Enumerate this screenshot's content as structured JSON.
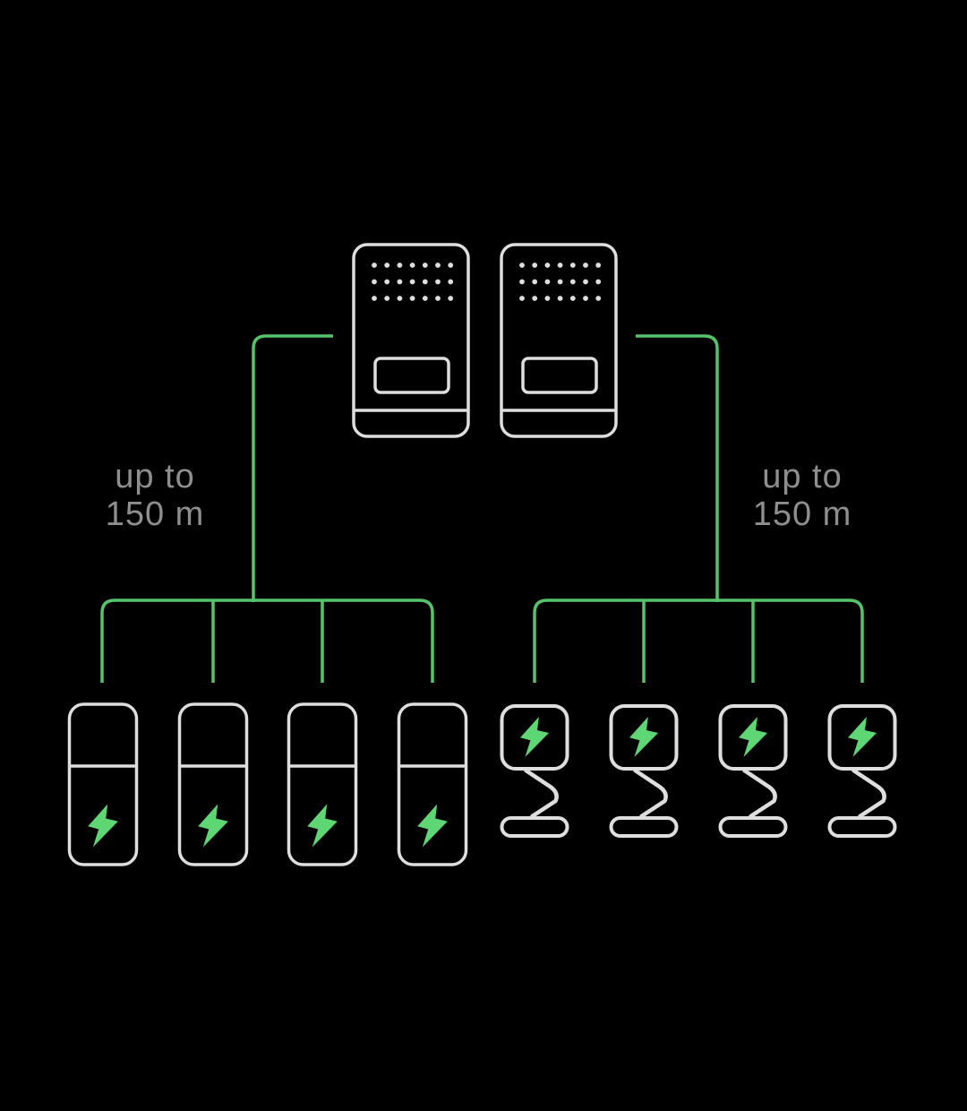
{
  "title": "EV charging power distribution diagram",
  "colors": {
    "background": "#000000",
    "device_outline": "#dedede",
    "connector_green": "#55c36a",
    "bolt_green": "#5fd674",
    "label_gray": "#8e8e8e"
  },
  "labels": {
    "left_distance": {
      "line1": "up to",
      "line2": "150 m"
    },
    "right_distance": {
      "line1": "up to",
      "line2": "150 m"
    }
  },
  "devices": {
    "power_cabinet_count": 2,
    "left_charge_post_count": 4,
    "right_wallbox_count": 4,
    "cabinet_vent_grid": {
      "rows": 3,
      "cols": 7
    }
  },
  "icons": {
    "charge_post_icon": "lightning-bolt",
    "wallbox_icon": "lightning-bolt"
  }
}
